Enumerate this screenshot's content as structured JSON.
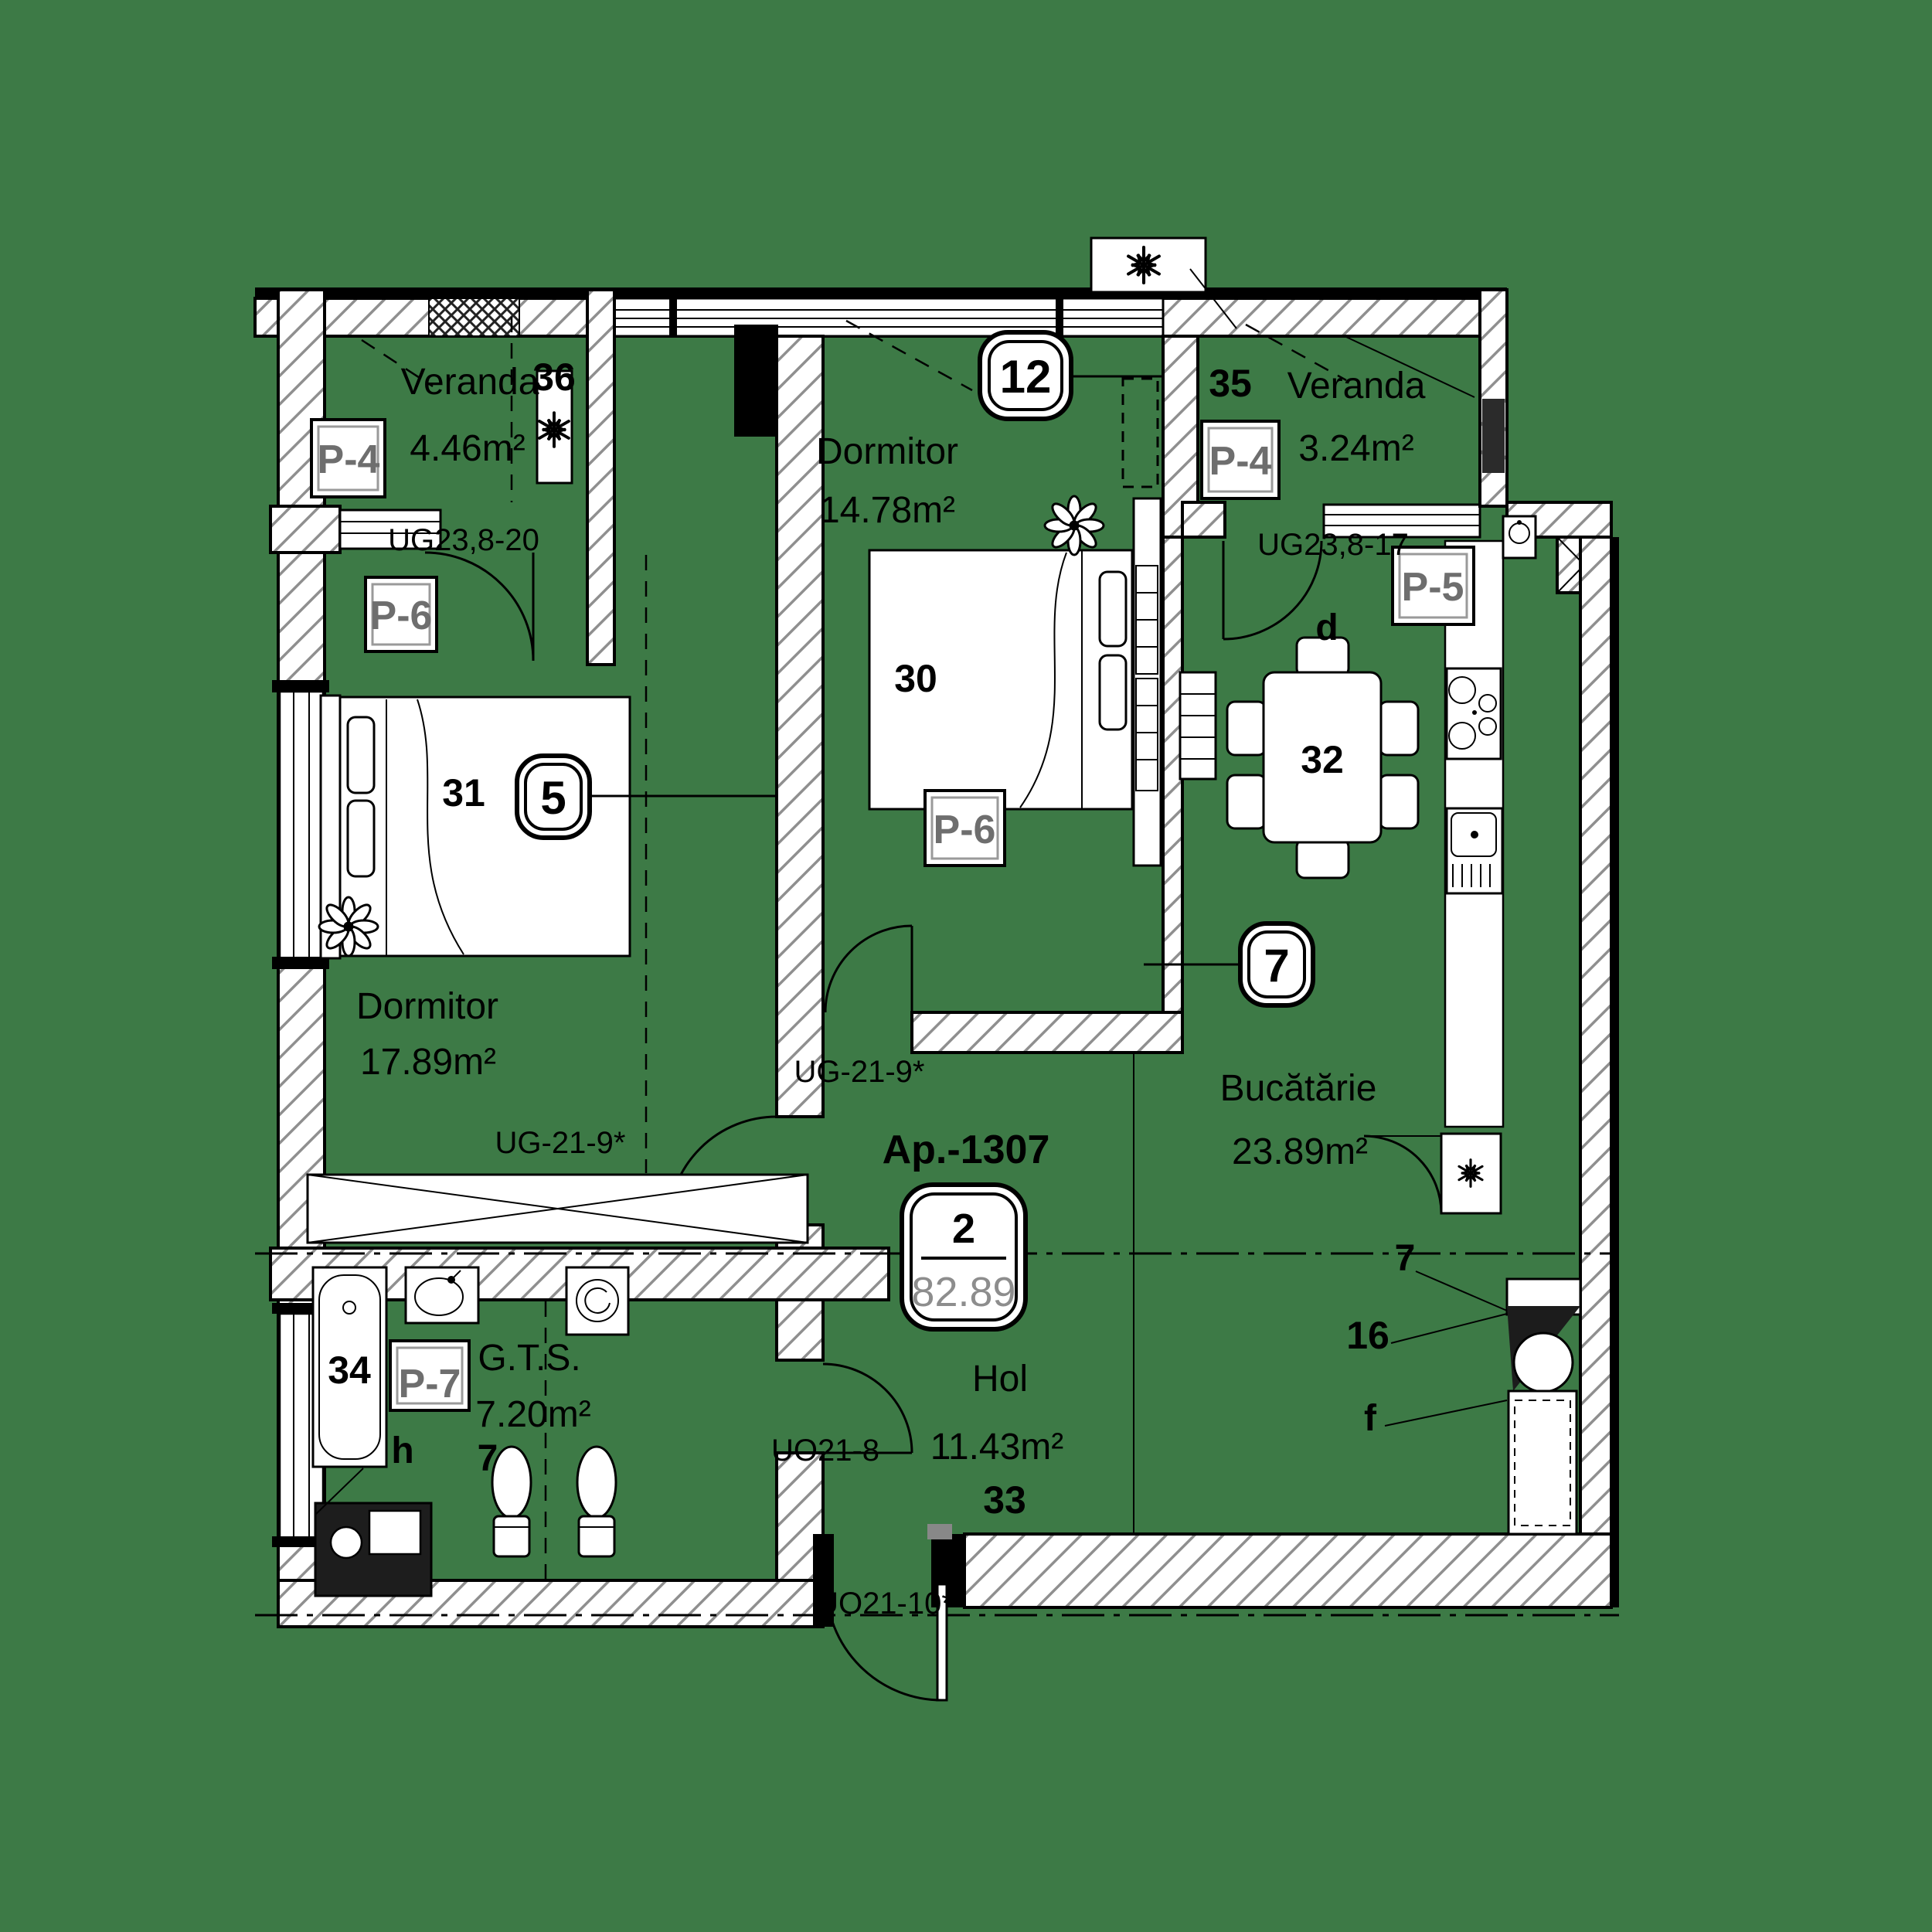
{
  "plan": {
    "apartment": {
      "name": "Ap.-1307",
      "rooms_count": "2",
      "total_area": "82.89"
    },
    "rooms": {
      "veranda_left": {
        "name": "Veranda",
        "area": "4.46m²"
      },
      "dormitor_mid": {
        "name": "Dormitor",
        "area": "14.78m²"
      },
      "veranda_right": {
        "name": "Veranda",
        "area": "3.24m²"
      },
      "dormitor_left": {
        "name": "Dormitor",
        "area": "17.89m²"
      },
      "bucatarie": {
        "name": "Bucătărie",
        "area": "23.89m²"
      },
      "gts": {
        "name": "G.T.S.",
        "area": "7.20m²"
      },
      "hol": {
        "name": "Hol",
        "area": "11.43m²"
      }
    },
    "item_numbers": {
      "n30": "30",
      "n31": "31",
      "n32": "32",
      "n33": "33",
      "n34": "34",
      "n35": "35",
      "n36": "36",
      "n16": "16"
    },
    "finish_badges": {
      "p4_left": "P-4",
      "p4_right": "P-4",
      "p5": "P-5",
      "p6_left": "P-6",
      "p6_mid": "P-6",
      "p7": "P-7"
    },
    "callout_badges": {
      "b5": "5",
      "b7": "7",
      "b12": "12"
    },
    "opening_codes": {
      "ug23_8_20": "UG23,8-20",
      "ug23_8_17": "UG23,8-17",
      "ug21_9_left": "UG-21-9*",
      "ug21_9_mid": "UG-21-9*",
      "uo21_8": "UO21-8",
      "uo21_10": "UO21-10*"
    },
    "letter_markers": {
      "h": "h",
      "d": "d",
      "f": "f",
      "gts_7": "7",
      "kitchen_7": "7"
    },
    "colors": {
      "background": "#3d7a46",
      "line": "#000000",
      "badge_text": "#6e6e6e",
      "area_value_text": "#8d8d8d"
    }
  }
}
